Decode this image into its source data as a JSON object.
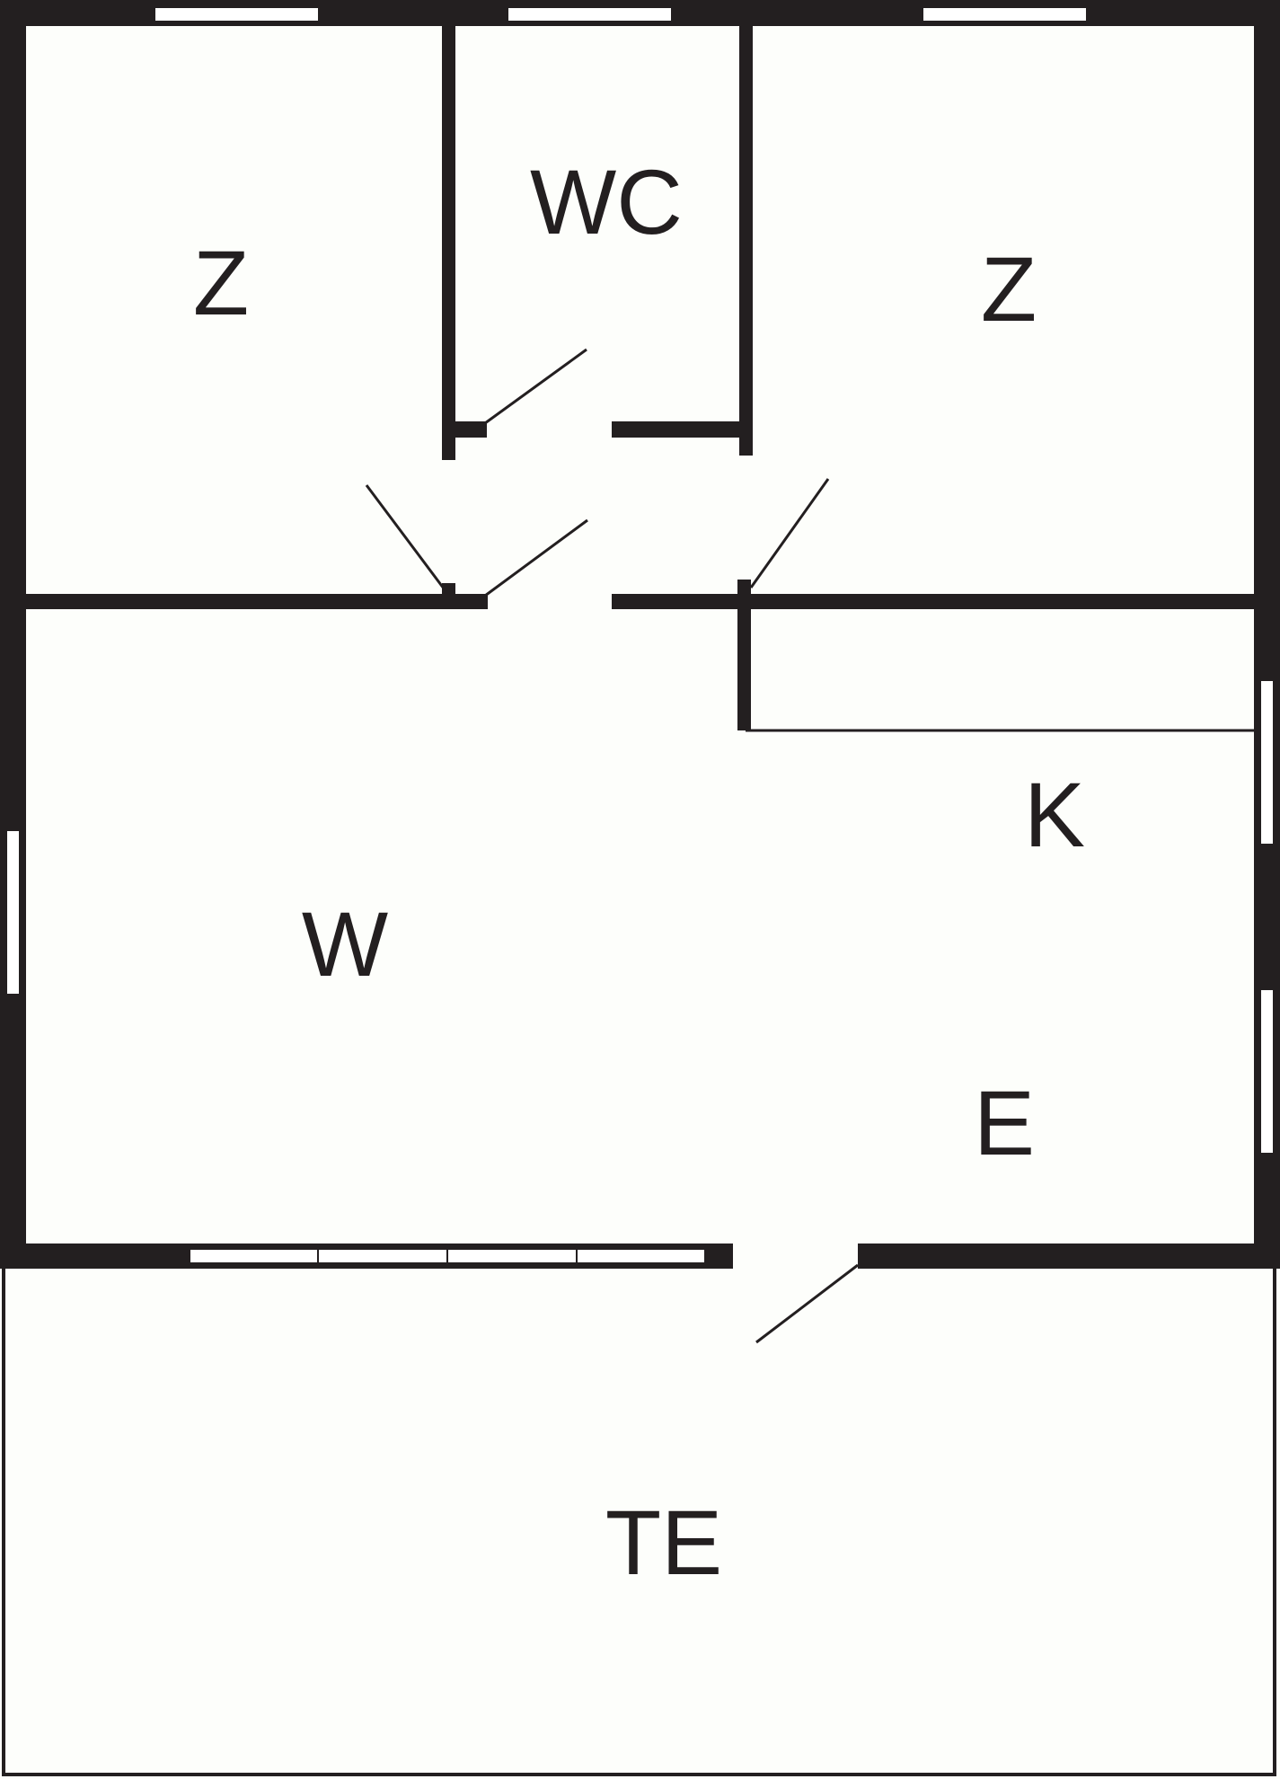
{
  "rooms": {
    "bedroom_left": "Z",
    "wc": "WC",
    "bedroom_right": "Z",
    "kitchen": "K",
    "living": "W",
    "dining": "E",
    "terrace": "TE"
  },
  "colors": {
    "wall": "#231f20",
    "floor": "#fdfefb",
    "window": "#ffffff"
  }
}
